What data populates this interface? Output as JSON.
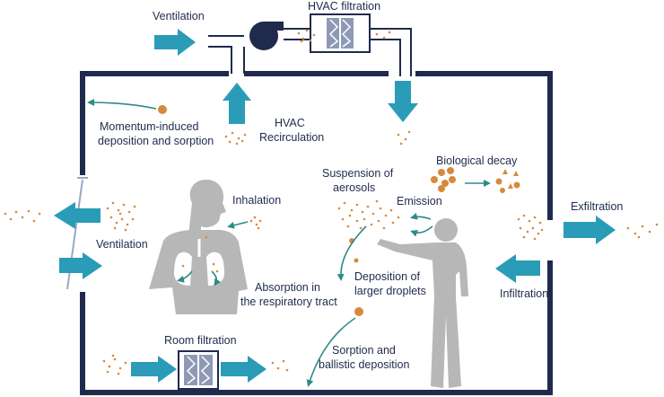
{
  "labels": {
    "ventilation_top": "Ventilation",
    "hvac_filtration": "HVAC filtration",
    "momentum_1": "Momentum-induced",
    "momentum_2": "deposition and sorption",
    "hvac_recirc_1": "HVAC",
    "hvac_recirc_2": "Recirculation",
    "suspension_1": "Suspension of",
    "suspension_2": "aerosols",
    "biological_decay": "Biological decay",
    "inhalation": "Inhalation",
    "emission": "Emission",
    "exfiltration": "Exfiltration",
    "ventilation_left": "Ventilation",
    "deposition_1": "Deposition of",
    "deposition_2": "larger droplets",
    "absorption_1": "Absorption in",
    "absorption_2": "the respiratory tract",
    "infiltration": "Infiltration",
    "room_filtration": "Room filtration",
    "sorption_1": "Sorption and",
    "sorption_2": "ballistic deposition"
  },
  "colors": {
    "wall": "#1f2a4d",
    "arrow": "#2a9cb8",
    "curve": "#2e8b85",
    "particle": "#d68a3c",
    "figure": "#b7b7b7",
    "filter": "#8e9ab5"
  }
}
